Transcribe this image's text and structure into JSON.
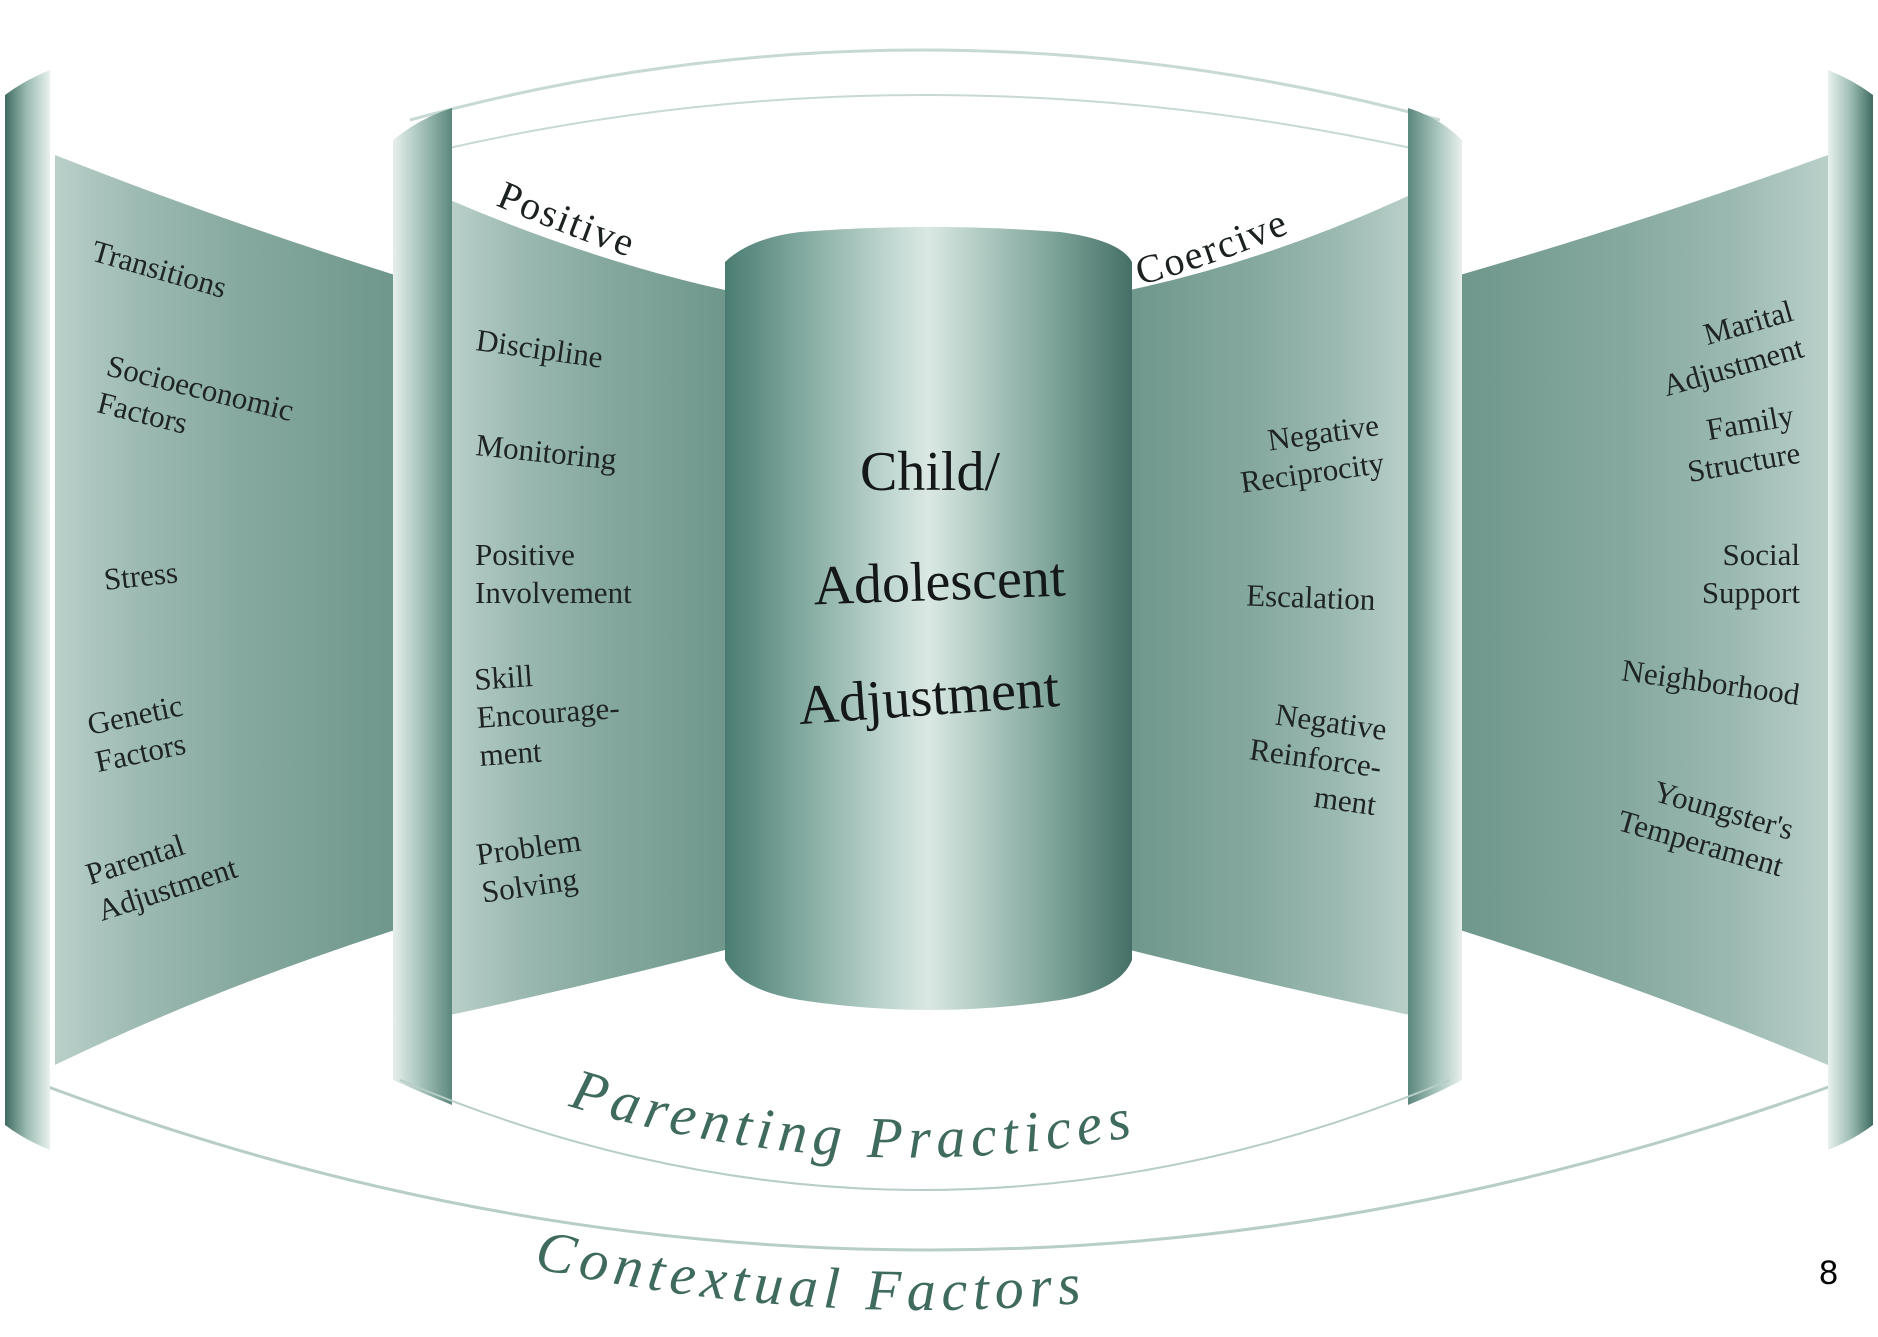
{
  "center": {
    "line1": "Child/",
    "line2": "Adolescent",
    "line3": "Adjustment"
  },
  "inner_ring": {
    "positive_title": "Positive",
    "coercive_title": "Coercive",
    "positive_items": [
      [
        "Discipline"
      ],
      [
        "Monitoring"
      ],
      [
        "Positive",
        "Involvement"
      ],
      [
        "Skill",
        "Encourage-",
        "ment"
      ],
      [
        "Problem",
        "Solving"
      ]
    ],
    "coercive_items": [
      [
        "Negative",
        "Reciprocity"
      ],
      [
        "Escalation"
      ],
      [
        "Negative",
        "Reinforce-",
        "ment"
      ]
    ],
    "ring_label": "Parenting Practices"
  },
  "outer_ring": {
    "left_items": [
      [
        "Transitions"
      ],
      [
        "Socioeconomic",
        "Factors"
      ],
      [
        "Stress"
      ],
      [
        "Genetic",
        "Factors"
      ],
      [
        "Parental",
        "Adjustment"
      ]
    ],
    "right_items": [
      [
        "Marital",
        "Adjustment"
      ],
      [
        "Family",
        "Structure"
      ],
      [
        "Social",
        "Support"
      ],
      [
        "Neighborhood"
      ],
      [
        "Youngster's",
        "Temperament"
      ]
    ],
    "ring_label": "Contextual Factors"
  },
  "page_number": "8",
  "colors": {
    "teal_dark": "#4a7a70",
    "teal_light": "#c9dcd6",
    "arc_label": "#3f6a5e"
  }
}
